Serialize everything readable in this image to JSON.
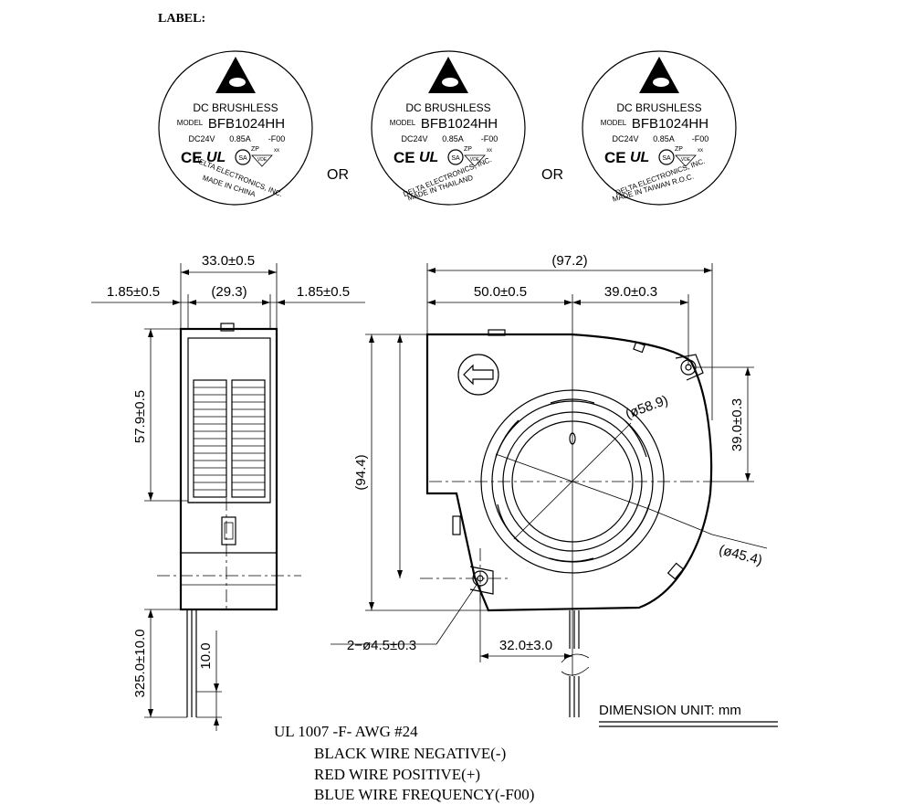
{
  "heading": "LABEL:",
  "labels": [
    {
      "line1": "DC BRUSHLESS",
      "model_prefix": "MODEL",
      "model": "BFB1024HH",
      "rating_v": "DC24V",
      "rating_a": "0.85A",
      "suffix": "-F00",
      "maker": "DELTA ELECTRONICS, INC.",
      "origin": "MADE IN CHINA"
    },
    {
      "line1": "DC BRUSHLESS",
      "model_prefix": "MODEL",
      "model": "BFB1024HH",
      "rating_v": "DC24V",
      "rating_a": "0.85A",
      "suffix": "-F00",
      "maker": "DELTA ELECTRONICS, INC.",
      "origin": "MADE IN THAILAND"
    },
    {
      "line1": "DC BRUSHLESS",
      "model_prefix": "MODEL",
      "model": "BFB1024HH",
      "rating_v": "DC24V",
      "rating_a": "0.85A",
      "suffix": "-F00",
      "maker": "DELTA ELECTRONICS, INC.",
      "origin": "MADE IN TAIWAN R.O.C."
    }
  ],
  "or_text": [
    "OR",
    "OR"
  ],
  "cert_marks": {
    "ce": "CE",
    "ul": "UL",
    "sa": "SA",
    "zp": "ZP",
    "vde": "VDE",
    "xx": "xx"
  },
  "dims": {
    "width_total": "33.0±0.5",
    "width_inner": "(29.3)",
    "flange_left": "1.85±0.5",
    "flange_right": "1.85±0.5",
    "height_side": "57.9±0.5",
    "lead_length": "325.0±10.0",
    "strip_length": "10.0",
    "overall_width": "(97.2)",
    "to_center": "50.0±0.5",
    "center_to_hole": "39.0±0.3",
    "overall_height": "(94.4)",
    "hole_to_center_v": "39.0±0.3",
    "dia_outer": "(ø58.9)",
    "dia_inner": "(ø45.4)",
    "mount_holes": "2−ø4.5±0.3",
    "hole_to_center_h": "32.0±3.0"
  },
  "dimension_unit": "DIMENSION UNIT: mm",
  "wire_spec": {
    "title": "UL 1007 -F- AWG #24",
    "lines": [
      "BLACK WIRE NEGATIVE(-)",
      "RED WIRE POSITIVE(+)",
      "BLUE WIRE FREQUENCY(-F00)"
    ]
  }
}
